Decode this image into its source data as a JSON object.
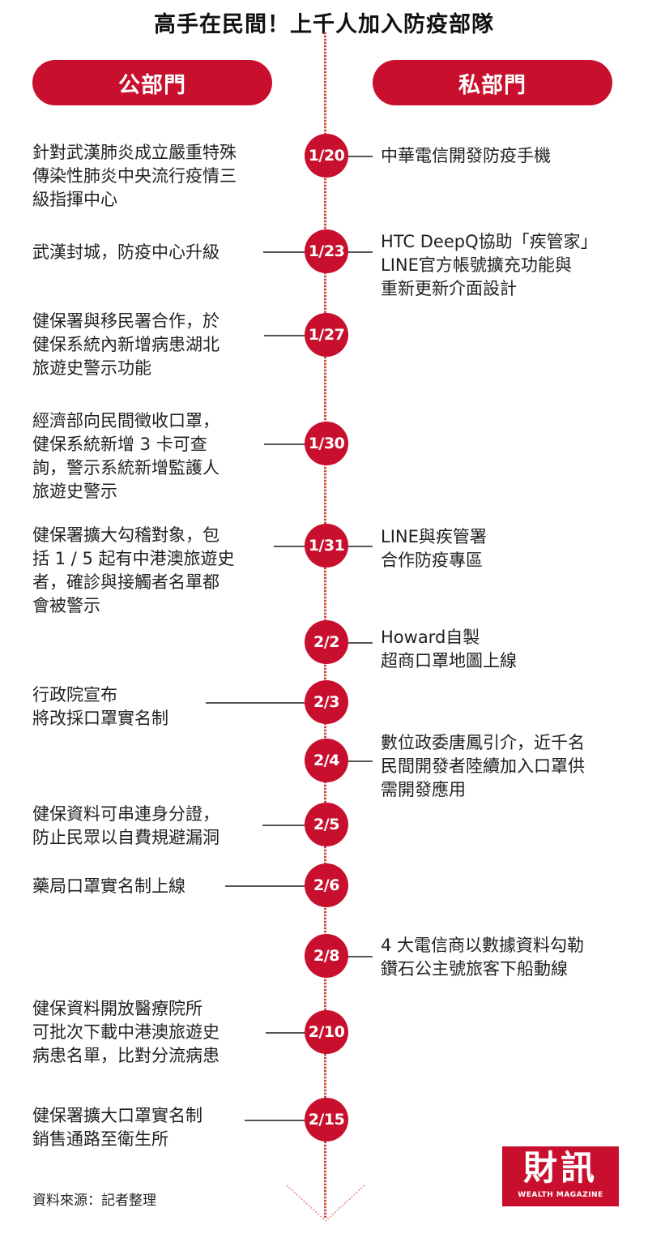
{
  "title": "高手在民間！上千人加入防疫部隊",
  "headers": {
    "public": "公部門",
    "private": "私部門"
  },
  "timeline": [
    {
      "date": "1/20",
      "public": "針對武漢肺炎成立嚴重特殊\n傳染性肺炎中央流行疫情三\n級指揮中心",
      "private": "中華電信開發防疫手機"
    },
    {
      "date": "1/23",
      "public": "武漢封城，防疫中心升級",
      "private": "HTC DeepQ協助「疾管家」\nLINE官方帳號擴充功能與\n重新更新介面設計"
    },
    {
      "date": "1/27",
      "public": "健保署與移民署合作，於\n健保系統內新增病患湖北\n旅遊史警示功能",
      "private": ""
    },
    {
      "date": "1/30",
      "public": "經濟部向民間徵收口罩，\n健保系統新增 3 卡可查\n詢，警示系統新增監護人\n旅遊史警示",
      "private": ""
    },
    {
      "date": "1/31",
      "public": "健保署擴大勾稽對象，包\n括 1 / 5 起有中港澳旅遊史\n者，確診與接觸者名單都\n會被警示",
      "private": "LINE與疾管署\n合作防疫專區"
    },
    {
      "date": "2/2",
      "public": "",
      "private": "Howard自製\n超商口罩地圖上線"
    },
    {
      "date": "2/3",
      "public": "行政院宣布\n將改採口罩實名制",
      "private": ""
    },
    {
      "date": "2/4",
      "public": "",
      "private": "數位政委唐鳳引介，近千名\n民間開發者陸續加入口罩供\n需開發應用"
    },
    {
      "date": "2/5",
      "public": "健保資料可串連身分證，\n防止民眾以自費規避漏洞",
      "private": ""
    },
    {
      "date": "2/6",
      "public": "藥局口罩實名制上線",
      "private": ""
    },
    {
      "date": "2/8",
      "public": "",
      "private": " 4 大電信商以數據資料勾勒\n鑽石公主號旅客下船動線"
    },
    {
      "date": "2/10",
      "public": "健保資料開放醫療院所\n可批次下載中港澳旅遊史\n病患名單，比對分流病患",
      "private": ""
    },
    {
      "date": "2/15",
      "public": "健保署擴大口罩實名制\n銷售通路至衛生所",
      "private": ""
    }
  ],
  "source": "資料來源：記者整理",
  "logo": {
    "main": "財訊",
    "sub": "WEALTH MAGAZINE"
  },
  "colors": {
    "accent": "#c8102e",
    "text": "#231f20",
    "connector": "#555555"
  }
}
